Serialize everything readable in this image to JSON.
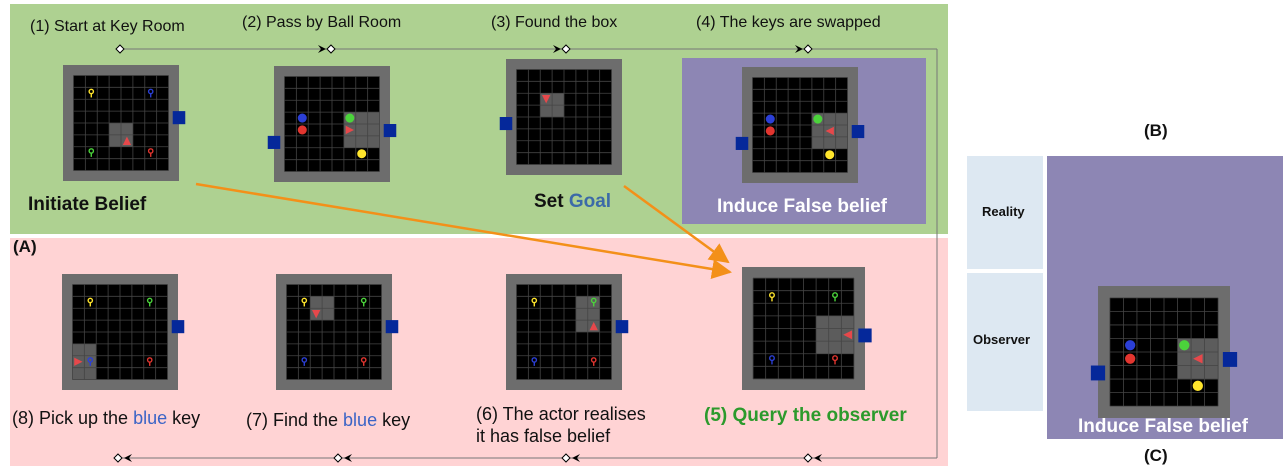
{
  "panel_a": {
    "label": "(A)",
    "steps_top": [
      "(1) Start at Key Room",
      "(2) Pass by Ball Room",
      "(3) Found the box",
      "(4) The keys are swapped"
    ],
    "captions_top": {
      "initiate": "Initiate Belief",
      "set_goal_prefix": "Set ",
      "set_goal_word": "Goal",
      "induce": "Induce False belief"
    },
    "query": "(5) Query the observer",
    "step6_line1": "(6) The actor realises",
    "step6_line2": "it has false belief",
    "step7_prefix": "(7) Find the ",
    "step7_color": "blue",
    "step7_suffix": " key",
    "step8_prefix": "(8) Pick up the ",
    "step8_color": "blue",
    "step8_suffix": " key"
  },
  "panel_b": {
    "label": "(B)"
  },
  "panel_c": {
    "label": "(C)",
    "reality": "Reality",
    "observer": "Observer",
    "induce": "Induce False belief"
  },
  "colors": {
    "green_panel": "#aed191",
    "pink_panel": "#ffd3d4",
    "purple_panel": "#8d86b4",
    "arrow": "#f39019",
    "agent": "#e6484b",
    "key_yellow": "#ffe52c",
    "key_blue": "#2b3fd6",
    "key_green": "#4bd33b",
    "key_red": "#e2352f",
    "door": "#05289a"
  }
}
